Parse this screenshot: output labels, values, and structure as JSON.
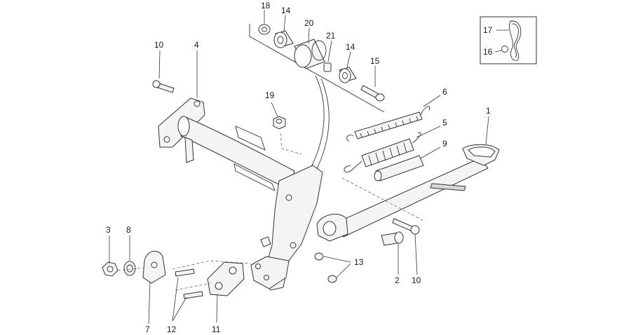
{
  "callouts": [
    {
      "id": "c1",
      "label": "1"
    },
    {
      "id": "c2",
      "label": "2"
    },
    {
      "id": "c3",
      "label": "3"
    },
    {
      "id": "c4",
      "label": "4"
    },
    {
      "id": "c5",
      "label": "5"
    },
    {
      "id": "c6",
      "label": "6"
    },
    {
      "id": "c7",
      "label": "7"
    },
    {
      "id": "c8",
      "label": "8"
    },
    {
      "id": "c9",
      "label": "9"
    },
    {
      "id": "c10a",
      "label": "10"
    },
    {
      "id": "c10b",
      "label": "10"
    },
    {
      "id": "c11",
      "label": "11"
    },
    {
      "id": "c12",
      "label": "12"
    },
    {
      "id": "c13",
      "label": "13"
    },
    {
      "id": "c14a",
      "label": "14"
    },
    {
      "id": "c14b",
      "label": "14"
    },
    {
      "id": "c15",
      "label": "15"
    },
    {
      "id": "c16",
      "label": "16"
    },
    {
      "id": "c17",
      "label": "17"
    },
    {
      "id": "c18",
      "label": "18"
    },
    {
      "id": "c19",
      "label": "19"
    },
    {
      "id": "c20",
      "label": "20"
    },
    {
      "id": "c21",
      "label": "21"
    }
  ]
}
